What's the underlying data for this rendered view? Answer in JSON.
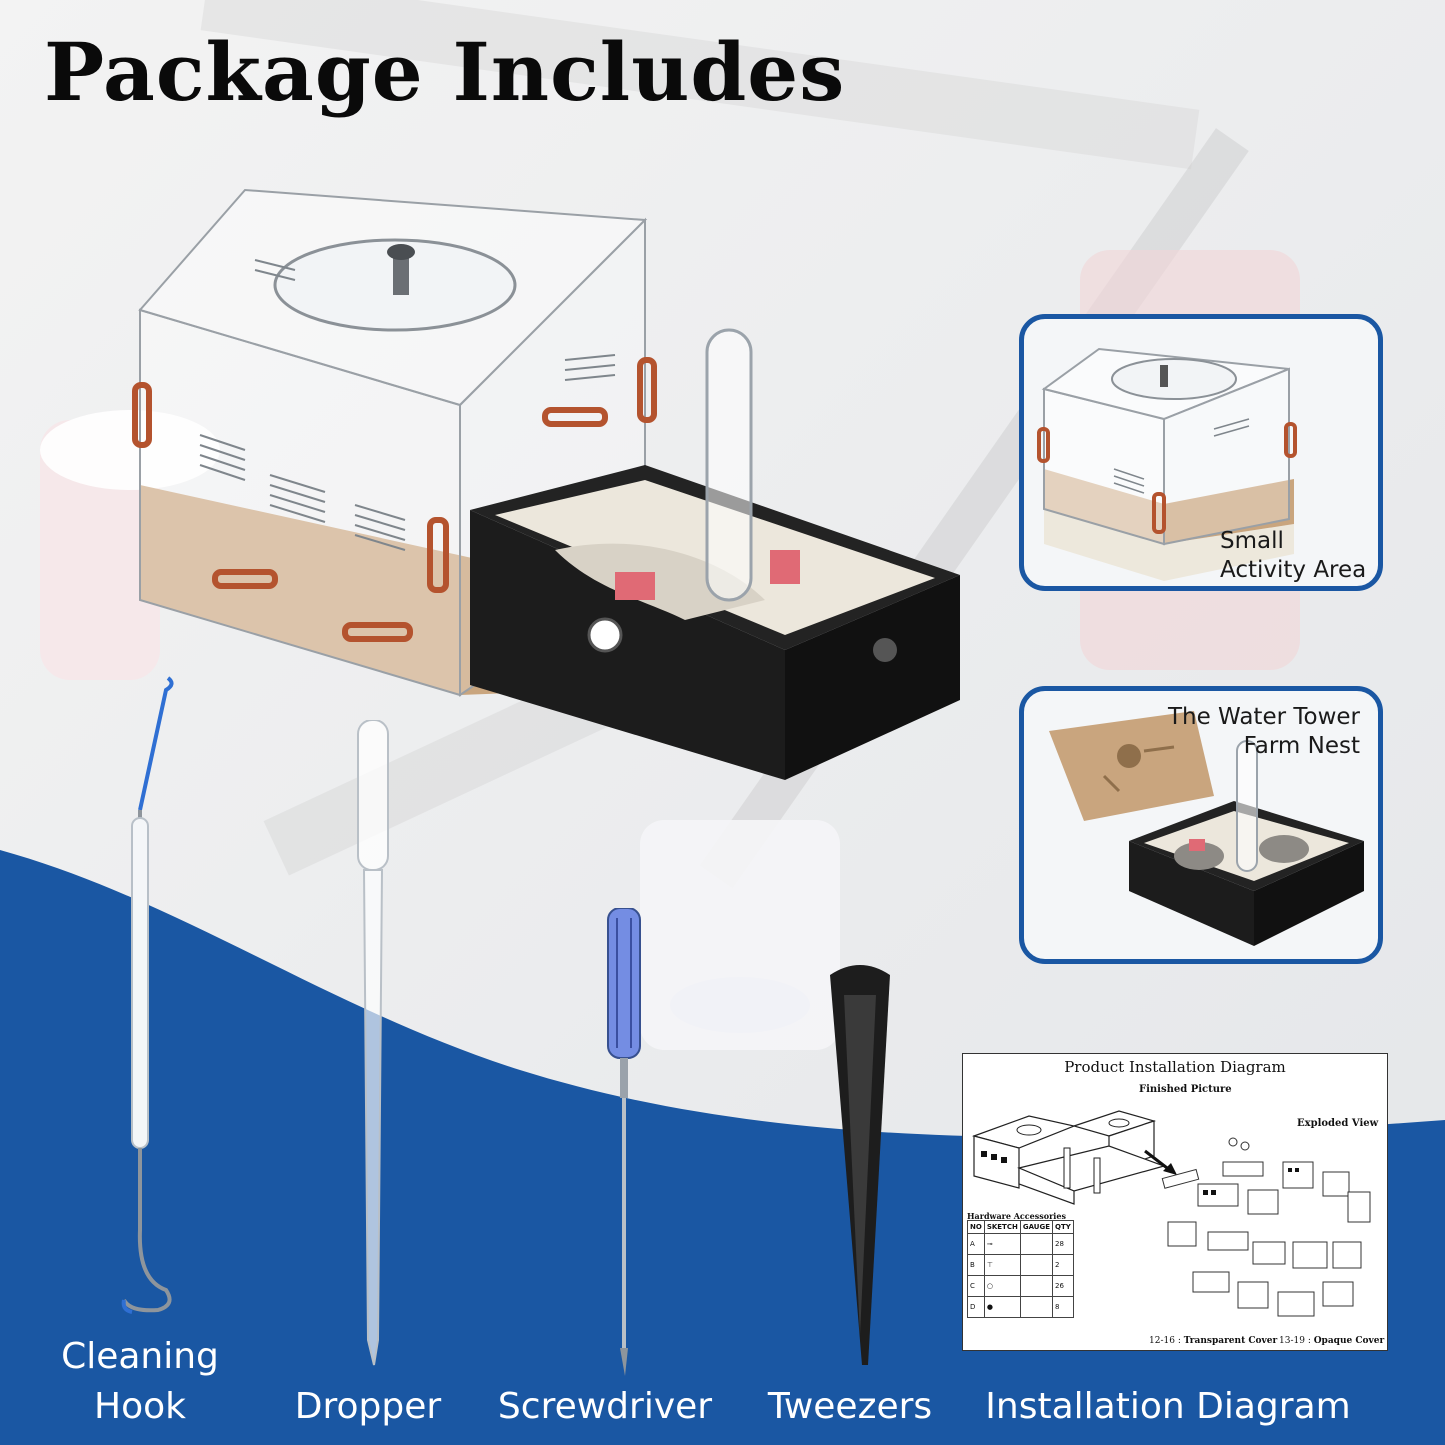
{
  "heading": "Package Includes",
  "colors": {
    "accent_blue": "#1a57a3",
    "frame_border": "#1a57a3",
    "label_text_on_blue": "#ffffff",
    "heading_text": "#0a0a0a",
    "acrylic_red_clips": "#b4532e",
    "nest_black": "#1c1c1c",
    "nest_cream": "#ece7dc",
    "cardboard": "#c9a57e"
  },
  "insets": [
    {
      "id": "activity-area",
      "lines": [
        "Small",
        "Activity Area"
      ]
    },
    {
      "id": "water-tower-nest",
      "lines": [
        "The Water Tower",
        "Farm Nest"
      ]
    }
  ],
  "tools": [
    {
      "id": "cleaning-hook",
      "lines": [
        "Cleaning",
        "Hook"
      ]
    },
    {
      "id": "dropper",
      "lines": [
        "Dropper"
      ]
    },
    {
      "id": "screwdriver",
      "lines": [
        "Screwdriver"
      ]
    },
    {
      "id": "tweezers",
      "lines": [
        "Tweezers"
      ]
    },
    {
      "id": "installation-diagram",
      "lines": [
        "Installation Diagram"
      ]
    }
  ],
  "diagram": {
    "title": "Product Installation Diagram",
    "finished_label": "Finished Picture",
    "exploded_label": "Exploded View",
    "hardware_caption": "Hardware Accessories",
    "columns": [
      "NO",
      "SKETCH",
      "GAUGE",
      "QTY"
    ],
    "rows": [
      {
        "no": "A",
        "qty": "28"
      },
      {
        "no": "B",
        "qty": "2"
      },
      {
        "no": "C",
        "qty": "26"
      },
      {
        "no": "D",
        "qty": "8"
      }
    ],
    "transparent_note": {
      "range": "12-16",
      "label": "Transparent Cover"
    },
    "opaque_note": {
      "range": "13-19",
      "label": "Opaque Cover"
    }
  }
}
